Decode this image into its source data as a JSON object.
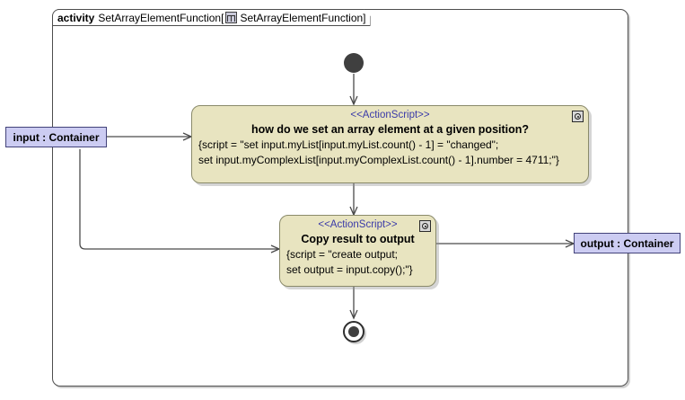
{
  "frame": {
    "keyword": "activity",
    "name": "SetArrayElementFunction",
    "bracket_open": "[",
    "icon": "activity-diagram-icon",
    "inner_name": "SetArrayElementFunction",
    "bracket_close": "]"
  },
  "nodes": {
    "initial": {
      "name": "initial-node"
    },
    "action1": {
      "stereotype": "<<ActionScript>>",
      "title": "how do we set an array element at a given position?",
      "body_line1": "{script = \"set input.myList[input.myList.count() - 1] = \"changed\";",
      "body_line2": "set input.myComplexList[input.myComplexList.count() - 1].number = 4711;\"}",
      "icon": "action-node-icon"
    },
    "action2": {
      "stereotype": "<<ActionScript>>",
      "title": "Copy result to output",
      "body_line1": "{script = \"create output;",
      "body_line2": "set output = input.copy();\"}",
      "icon": "action-node-icon"
    },
    "final": {
      "name": "activity-final-node"
    }
  },
  "pins": {
    "input": {
      "label": "input : Container"
    },
    "output": {
      "label": "output : Container"
    }
  },
  "colors": {
    "action_fill": "#e8e4c0",
    "action_border": "#8a8a6a",
    "pin_fill": "#ccccf2",
    "pin_border": "#43437a",
    "stereotype_text": "#3a3aa8",
    "edge": "#4a4a4a",
    "frame_border": "#4d4d4d",
    "node_dark": "#3f3f3f"
  }
}
